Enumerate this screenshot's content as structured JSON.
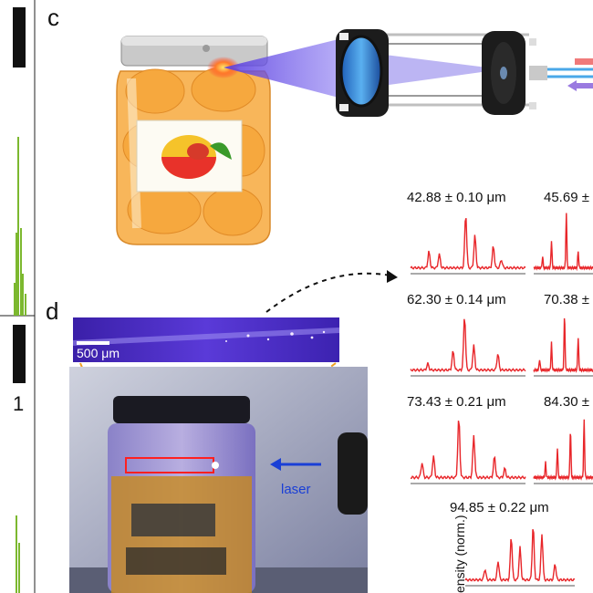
{
  "panels": {
    "c": "c",
    "d": "d"
  },
  "left_fragment": {
    "tick": "1"
  },
  "micrograph": {
    "scalebar": "500 μm"
  },
  "photo": {
    "laser_label": "laser"
  },
  "spectra": [
    {
      "caption": "42.88 ± 0.10 μm"
    },
    {
      "caption": "45.69 ±"
    },
    {
      "caption": "62.30 ± 0.14 μm"
    },
    {
      "caption": "70.38 ±"
    },
    {
      "caption": "73.43 ± 0.21 μm"
    },
    {
      "caption": "84.30 ±"
    },
    {
      "caption": "94.85 ± 0.22 μm"
    }
  ],
  "y_axis_label": "ensity (norm.)",
  "colors": {
    "spectrum": "#e8262a",
    "bar_black": "#111111",
    "bar_green": "#7cb82f",
    "laser_cone": "#5a3fe0",
    "arrow_blue": "#1a3fd6"
  }
}
